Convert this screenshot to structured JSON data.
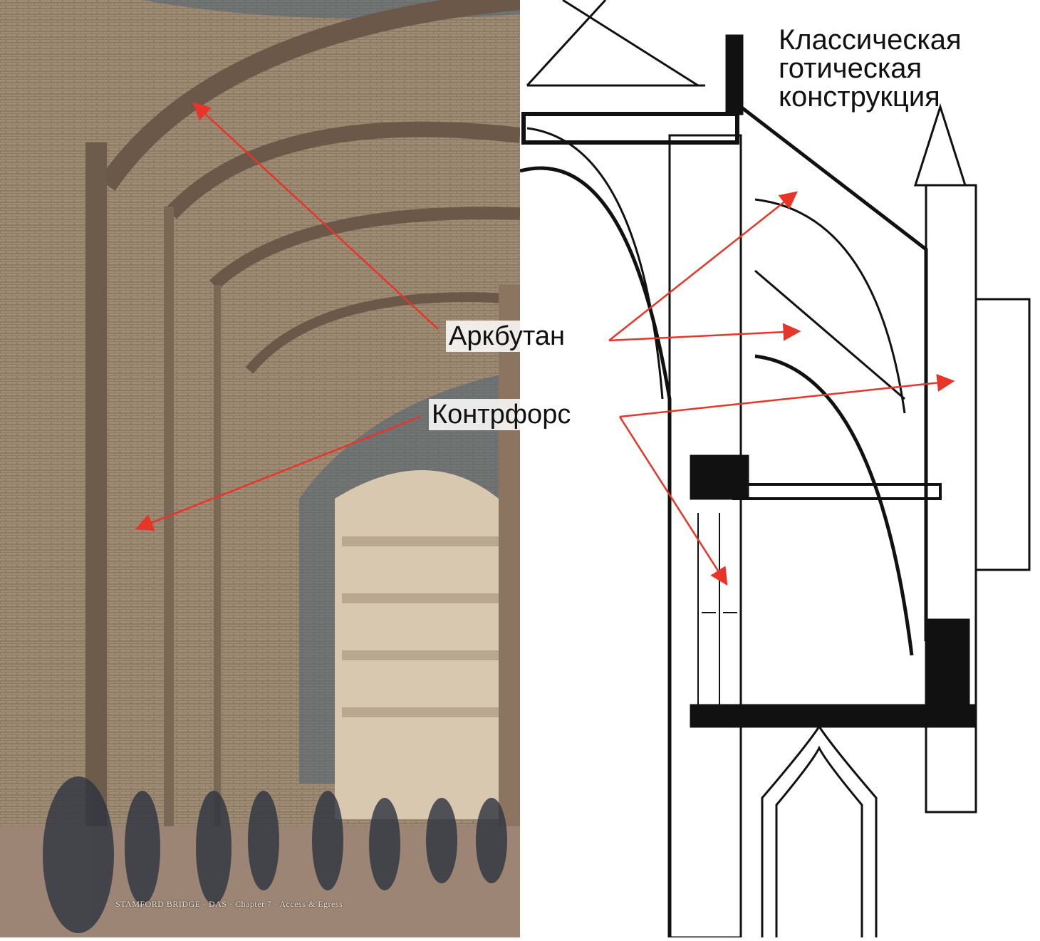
{
  "title_lines": [
    "Классическая",
    "готическая",
    "конструкция"
  ],
  "labels": {
    "flying_buttress": "Аркбутан",
    "buttress": "Контрфорс"
  },
  "photo_caption": "STAMFORD BRIDGE · DAS · Chapter 7 · Access & Egress",
  "colors": {
    "arrow": "#e8352a",
    "brick": "#9a8670"
  }
}
